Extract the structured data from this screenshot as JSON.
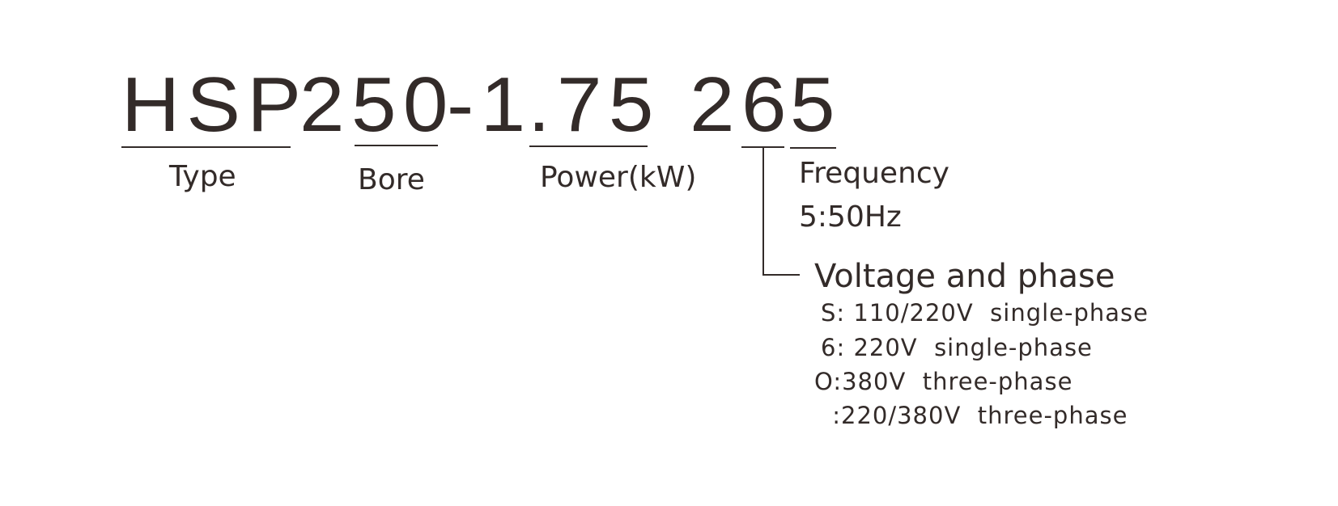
{
  "model_code": {
    "type_part": "HSP",
    "bore_prefix": "2",
    "bore_part": "50",
    "dash_part": "-1",
    "power_part": ".75",
    "voltage_prefix": "2",
    "voltage_part": "6",
    "frequency_part": "5"
  },
  "labels": {
    "type": "Type",
    "bore": "Bore",
    "power": "Power(kW)",
    "frequency_title": "Frequency",
    "frequency_value": "5:50Hz",
    "voltage_title": "Voltage and phase"
  },
  "voltage_options": [
    "S: 110/220V  single-phase",
    "6: 220V  single-phase",
    "O:380V  three-phase",
    " :220/380V  three-phase"
  ]
}
